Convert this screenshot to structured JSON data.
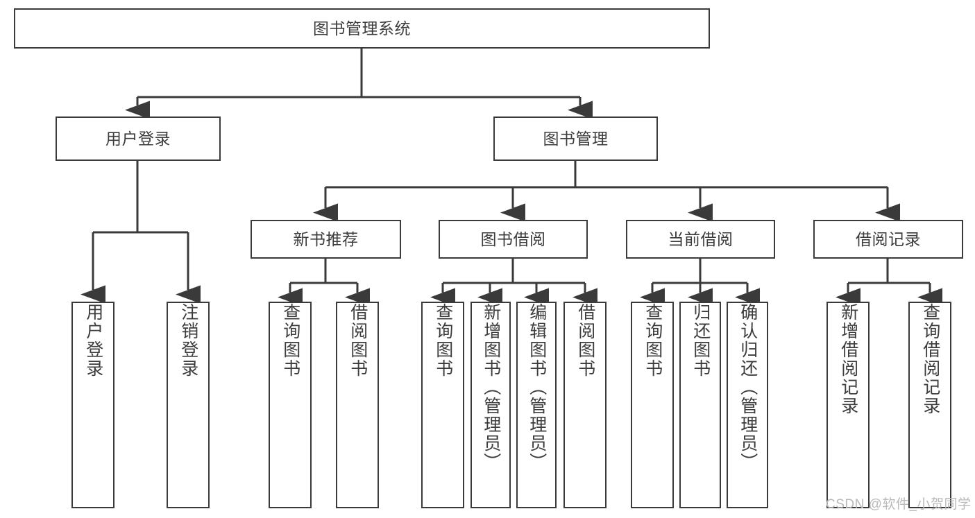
{
  "diagram": {
    "title_node": {
      "label": "图书管理系统"
    },
    "level2": [
      {
        "label": "用户登录"
      },
      {
        "label": "图书管理"
      }
    ],
    "level3": [
      {
        "label": "新书推荐"
      },
      {
        "label": "图书借阅"
      },
      {
        "label": "当前借阅"
      },
      {
        "label": "借阅记录"
      }
    ],
    "leaves": {
      "user_login": [
        {
          "label": "用户登录"
        },
        {
          "label": "注销登录"
        }
      ],
      "new_book_recommend": [
        {
          "label": "查询图书"
        },
        {
          "label": "借阅图书"
        }
      ],
      "book_borrow": [
        {
          "label": "查询图书"
        },
        {
          "label": "新增图书（管理员）"
        },
        {
          "label": "编辑图书（管理员）"
        },
        {
          "label": "借阅图书"
        }
      ],
      "current_borrow": [
        {
          "label": "查询图书"
        },
        {
          "label": "归还图书"
        },
        {
          "label": "确认归还（管理员）"
        }
      ],
      "borrow_record": [
        {
          "label": "新增借阅记录"
        },
        {
          "label": "查询借阅记录"
        }
      ]
    }
  },
  "watermark": {
    "text": "CSDN @软件_小贺同学"
  },
  "colors": {
    "stroke": "#3a3a3a",
    "text": "#3c3c3c",
    "background": "#ffffff",
    "watermark": "#b9b9b9"
  }
}
